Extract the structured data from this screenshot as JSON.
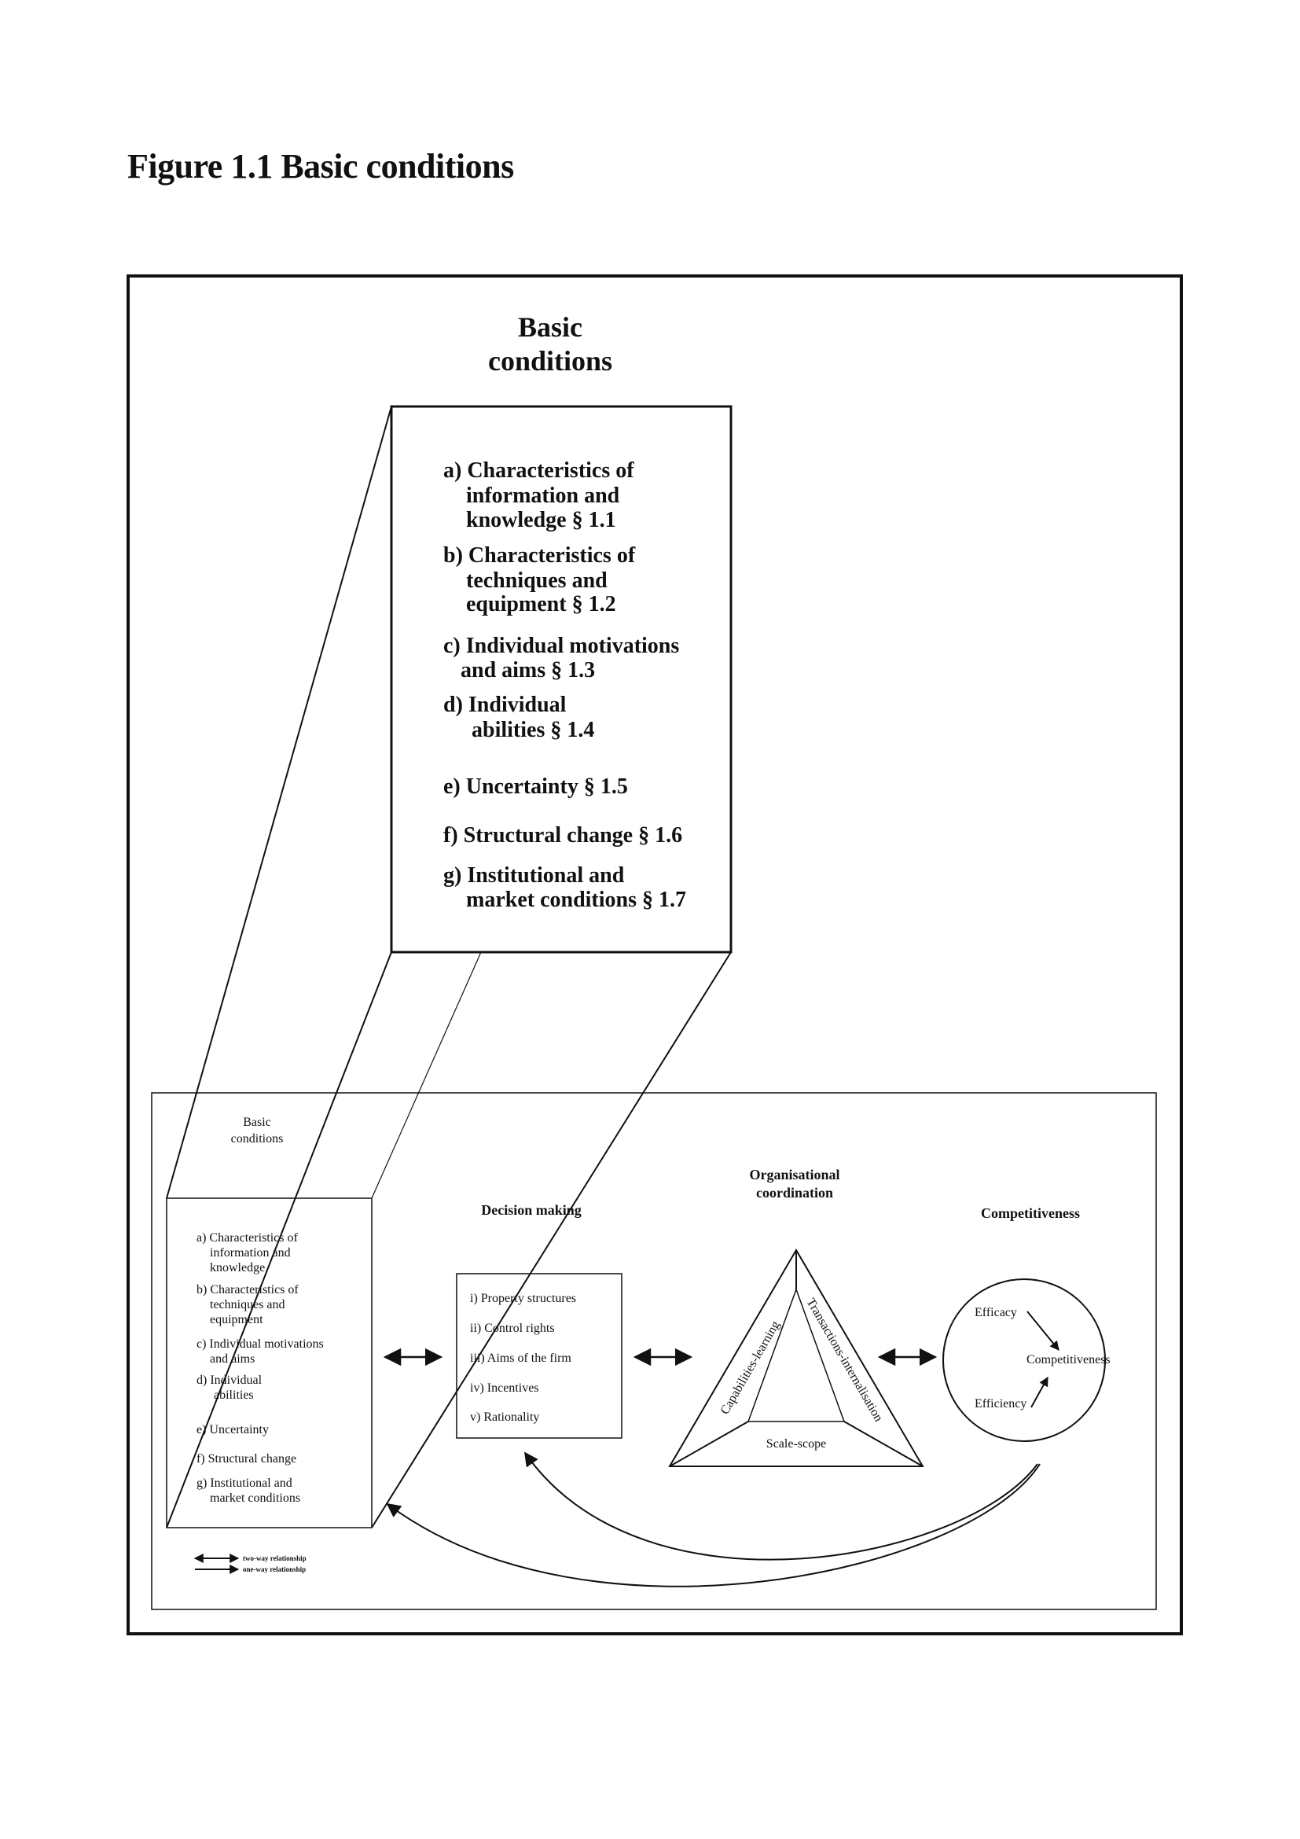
{
  "figure_title": "Figure 1.1 Basic conditions",
  "zoom_box": {
    "title_lines": [
      "Basic",
      "conditions"
    ],
    "items": [
      {
        "lines": [
          "a) Characteristics of",
          "information and",
          "knowledge § 1.1"
        ]
      },
      {
        "lines": [
          "b) Characteristics of",
          "techniques and",
          "equipment § 1.2"
        ]
      },
      {
        "lines": [
          "c) Individual motivations",
          "and aims  § 1.3"
        ]
      },
      {
        "lines": [
          "d) Individual",
          "abilities § 1.4"
        ]
      },
      {
        "lines": [
          "e) Uncertainty § 1.5"
        ]
      },
      {
        "lines": [
          "f) Structural change § 1.6"
        ]
      },
      {
        "lines": [
          "g) Institutional and",
          "market conditions § 1.7"
        ]
      }
    ]
  },
  "overview": {
    "basic_conditions": {
      "title_lines": [
        "Basic",
        "conditions"
      ],
      "items": [
        {
          "lines": [
            "a) Characteristics of",
            "information and",
            "knowledge"
          ]
        },
        {
          "lines": [
            "b) Characteristics of",
            "techniques and",
            "equipment"
          ]
        },
        {
          "lines": [
            "c) Individual motivations",
            "and aims"
          ]
        },
        {
          "lines": [
            "d) Individual",
            "abilities"
          ]
        },
        {
          "lines": [
            "e) Uncertainty"
          ]
        },
        {
          "lines": [
            "f) Structural change"
          ]
        },
        {
          "lines": [
            "g) Institutional and",
            "market conditions"
          ]
        }
      ]
    },
    "decision_making": {
      "title": "Decision making",
      "items": [
        "i) Property structures",
        "ii) Control rights",
        "iii) Aims of the firm",
        "iv) Incentives",
        "v) Rationality"
      ]
    },
    "organisational_coordination": {
      "title_lines": [
        "Organisational",
        "coordination"
      ],
      "left_side": "Capabilities-learning",
      "right_side": "Transactions-internalisation",
      "bottom_side": "Scale-scope"
    },
    "competitiveness": {
      "title": "Competitiveness",
      "efficacy": "Efficacy",
      "efficiency": "Efficiency",
      "center": "Competitiveness"
    },
    "legend": {
      "two_way": "two-way relationship",
      "one_way": "one-way relationship"
    }
  }
}
